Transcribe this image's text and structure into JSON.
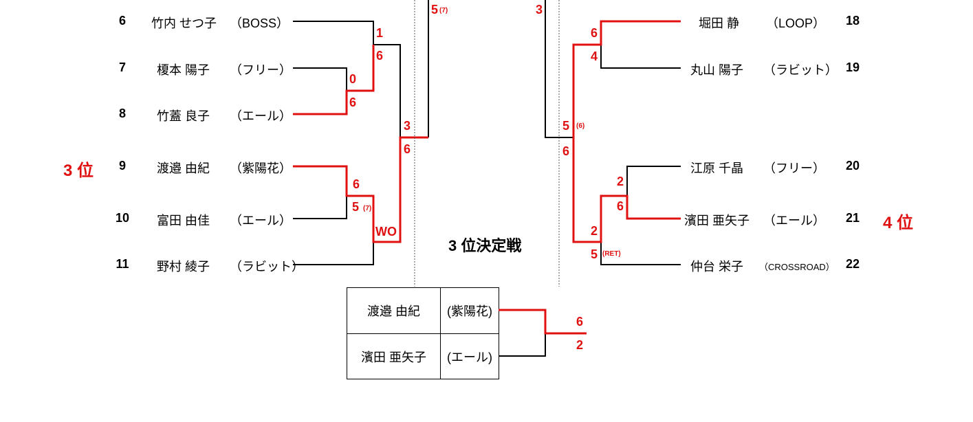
{
  "left_players": [
    {
      "seed": "6",
      "name": "竹内 せつ子",
      "club": "（BOSS）"
    },
    {
      "seed": "7",
      "name": "榎本 陽子",
      "club": "（フリー）"
    },
    {
      "seed": "8",
      "name": "竹蓋 良子",
      "club": "（エール）"
    },
    {
      "seed": "9",
      "name": "渡邉 由紀",
      "club": "（紫陽花）"
    },
    {
      "seed": "10",
      "name": "富田 由佳",
      "club": "（エール）"
    },
    {
      "seed": "11",
      "name": "野村 綾子",
      "club": "（ラビット）"
    }
  ],
  "right_players": [
    {
      "seed": "18",
      "name": "堀田 静",
      "club": "（LOOP）"
    },
    {
      "seed": "19",
      "name": "丸山 陽子",
      "club": "（ラビット）"
    },
    {
      "seed": "20",
      "name": "江原 千晶",
      "club": "（フリー）"
    },
    {
      "seed": "21",
      "name": "濱田 亜矢子",
      "club": "（エール）"
    },
    {
      "seed": "22",
      "name": "仲台 栄子",
      "club": "（CROSSROAD）"
    }
  ],
  "ranks": {
    "left": "3 位",
    "right": "4 位"
  },
  "third_place": {
    "title": "3 位決定戦",
    "players": [
      {
        "name": "渡邉 由紀",
        "club": "(紫陽花)"
      },
      {
        "name": "濱田 亜矢子",
        "club": "(エール)"
      }
    ],
    "scores": [
      "6",
      "2"
    ]
  },
  "scores": {
    "l_top_1": "1",
    "l_top_6": "6",
    "l_mid_0": "0",
    "l_mid_6": "6",
    "l_semi_3": "3",
    "l_semi_6": "6",
    "l_low_6": "6",
    "l_low_5": "5",
    "l_low_5_tb": "(7)",
    "l_wo": "WO",
    "l_final_5": "5",
    "l_final_tb": "(7)",
    "r_final_3": "3",
    "r_top_6": "6",
    "r_top_4": "4",
    "r_semi_5": "5",
    "r_semi_tb": "(6)",
    "r_semi_6": "6",
    "r_low_2": "2",
    "r_low_6": "6",
    "r_low2_2": "2",
    "r_low2_5": "5",
    "r_low2_ret": "(RET)"
  },
  "colors": {
    "winner": "#e01010",
    "line": "#000000"
  }
}
